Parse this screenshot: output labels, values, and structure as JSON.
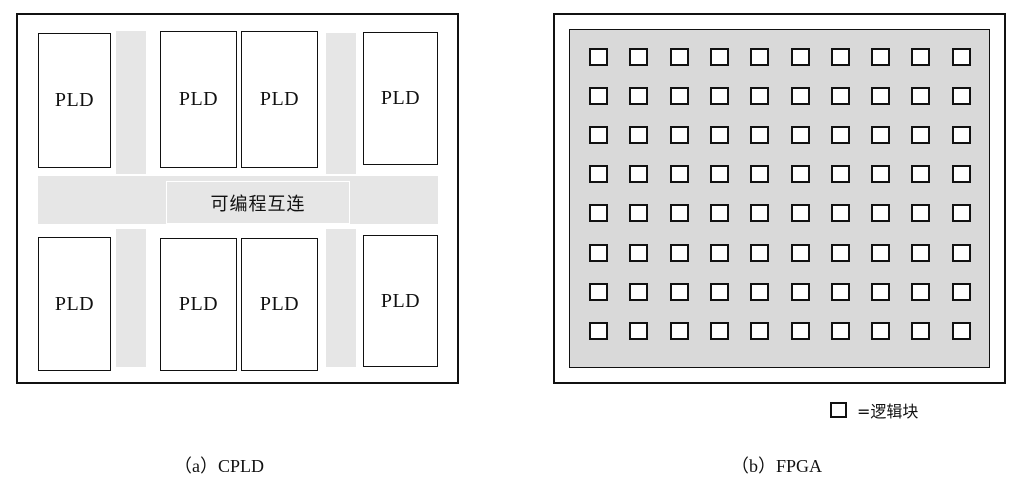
{
  "cpld": {
    "pld_label": "PLD",
    "interconnect_label": "可编程互连",
    "caption": "（a）CPLD"
  },
  "fpga": {
    "grid_rows": 8,
    "grid_cols": 10,
    "legend_label": "=逻辑块",
    "caption": "（b）FPGA"
  }
}
